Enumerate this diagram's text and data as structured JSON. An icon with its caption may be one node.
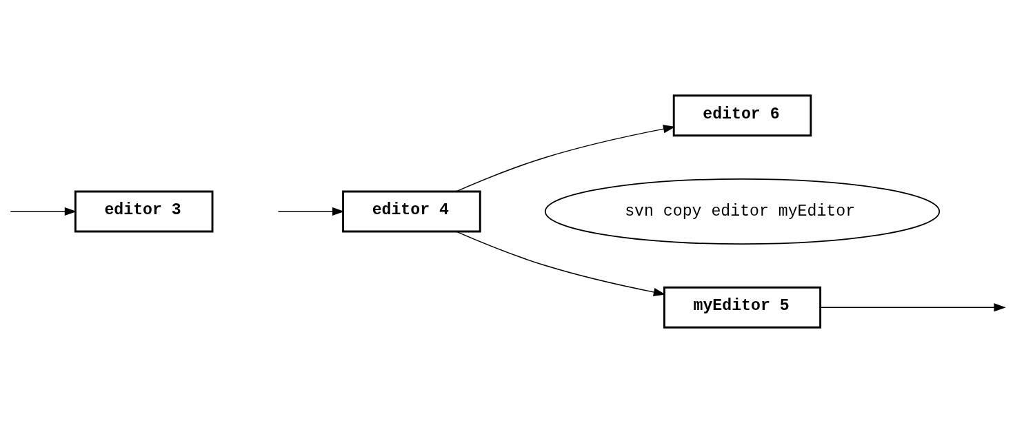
{
  "diagram": {
    "nodes": [
      {
        "text": [
          "editor 3"
        ]
      },
      {
        "text": [
          "editor 4"
        ]
      },
      {
        "text": [
          "editor 6"
        ]
      },
      {
        "text": [
          "svn copy editor myEditor"
        ]
      },
      {
        "text": [
          "myEditor 5"
        ]
      }
    ],
    "edges": [
      {
        "from": null,
        "to": 0,
        "arrow": "to"
      },
      {
        "from": null,
        "to": 1,
        "arrow": "to"
      },
      {
        "from": 1,
        "to": 2,
        "arrow": "to"
      },
      {
        "from": 1,
        "to": 4,
        "arrow": "to"
      },
      {
        "from": 4,
        "to": null,
        "arrow": "to"
      }
    ]
  }
}
